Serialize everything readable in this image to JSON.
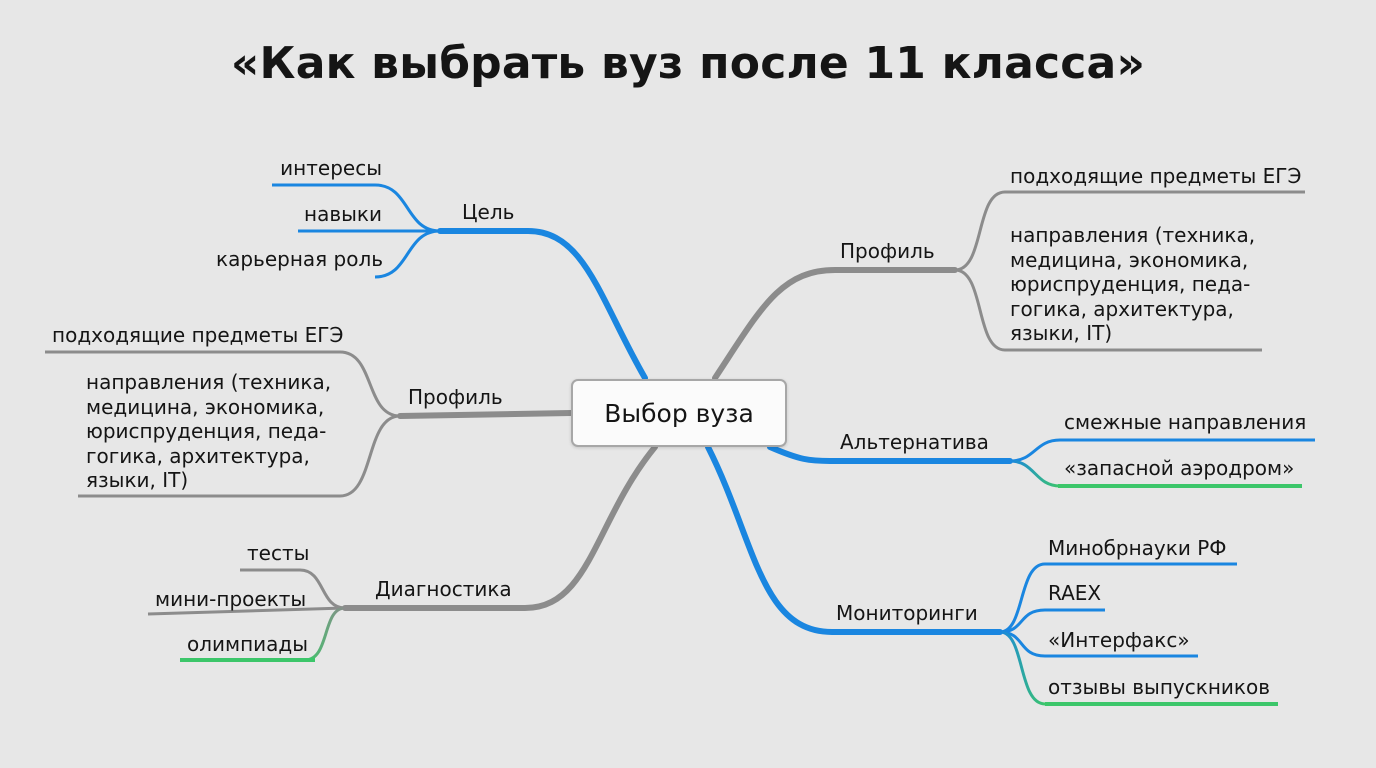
{
  "title": "«Как выбрать вуз после 11 класса»",
  "center": "Выбор вуза",
  "colors": {
    "blue": "#1a86e0",
    "gray": "#8c8c8c",
    "green": "#3cc66a",
    "background": "#e7e7e7"
  },
  "left": {
    "goal": {
      "label": "Цель",
      "items": [
        "интересы",
        "навыки",
        "карьерная роль"
      ]
    },
    "profile": {
      "label": "Профиль",
      "items": [
        "подходящие предметы ЕГЭ",
        "направления (техника,\nмедицина, экономика,\nюриспруденция, педа-\nгогика, архитектура,\nязыки, IT)"
      ]
    },
    "diagnostics": {
      "label": "Диагностика",
      "items": [
        "тесты",
        "мини-проекты",
        "олимпиады"
      ]
    }
  },
  "right": {
    "profile": {
      "label": "Профиль",
      "items": [
        "подходящие предметы ЕГЭ",
        "направления (техника,\nмедицина, экономика,\nюриспруденция, педа-\nгогика, архитектура,\nязыки, IT)"
      ]
    },
    "alternative": {
      "label": "Альтернатива",
      "items": [
        "смежные направления",
        "«запасной аэродром»"
      ]
    },
    "monitoring": {
      "label": "Мониторинги",
      "items": [
        "Минобрнауки РФ",
        "RAEX",
        "«Интерфакс»",
        "отзывы выпускников"
      ]
    }
  }
}
